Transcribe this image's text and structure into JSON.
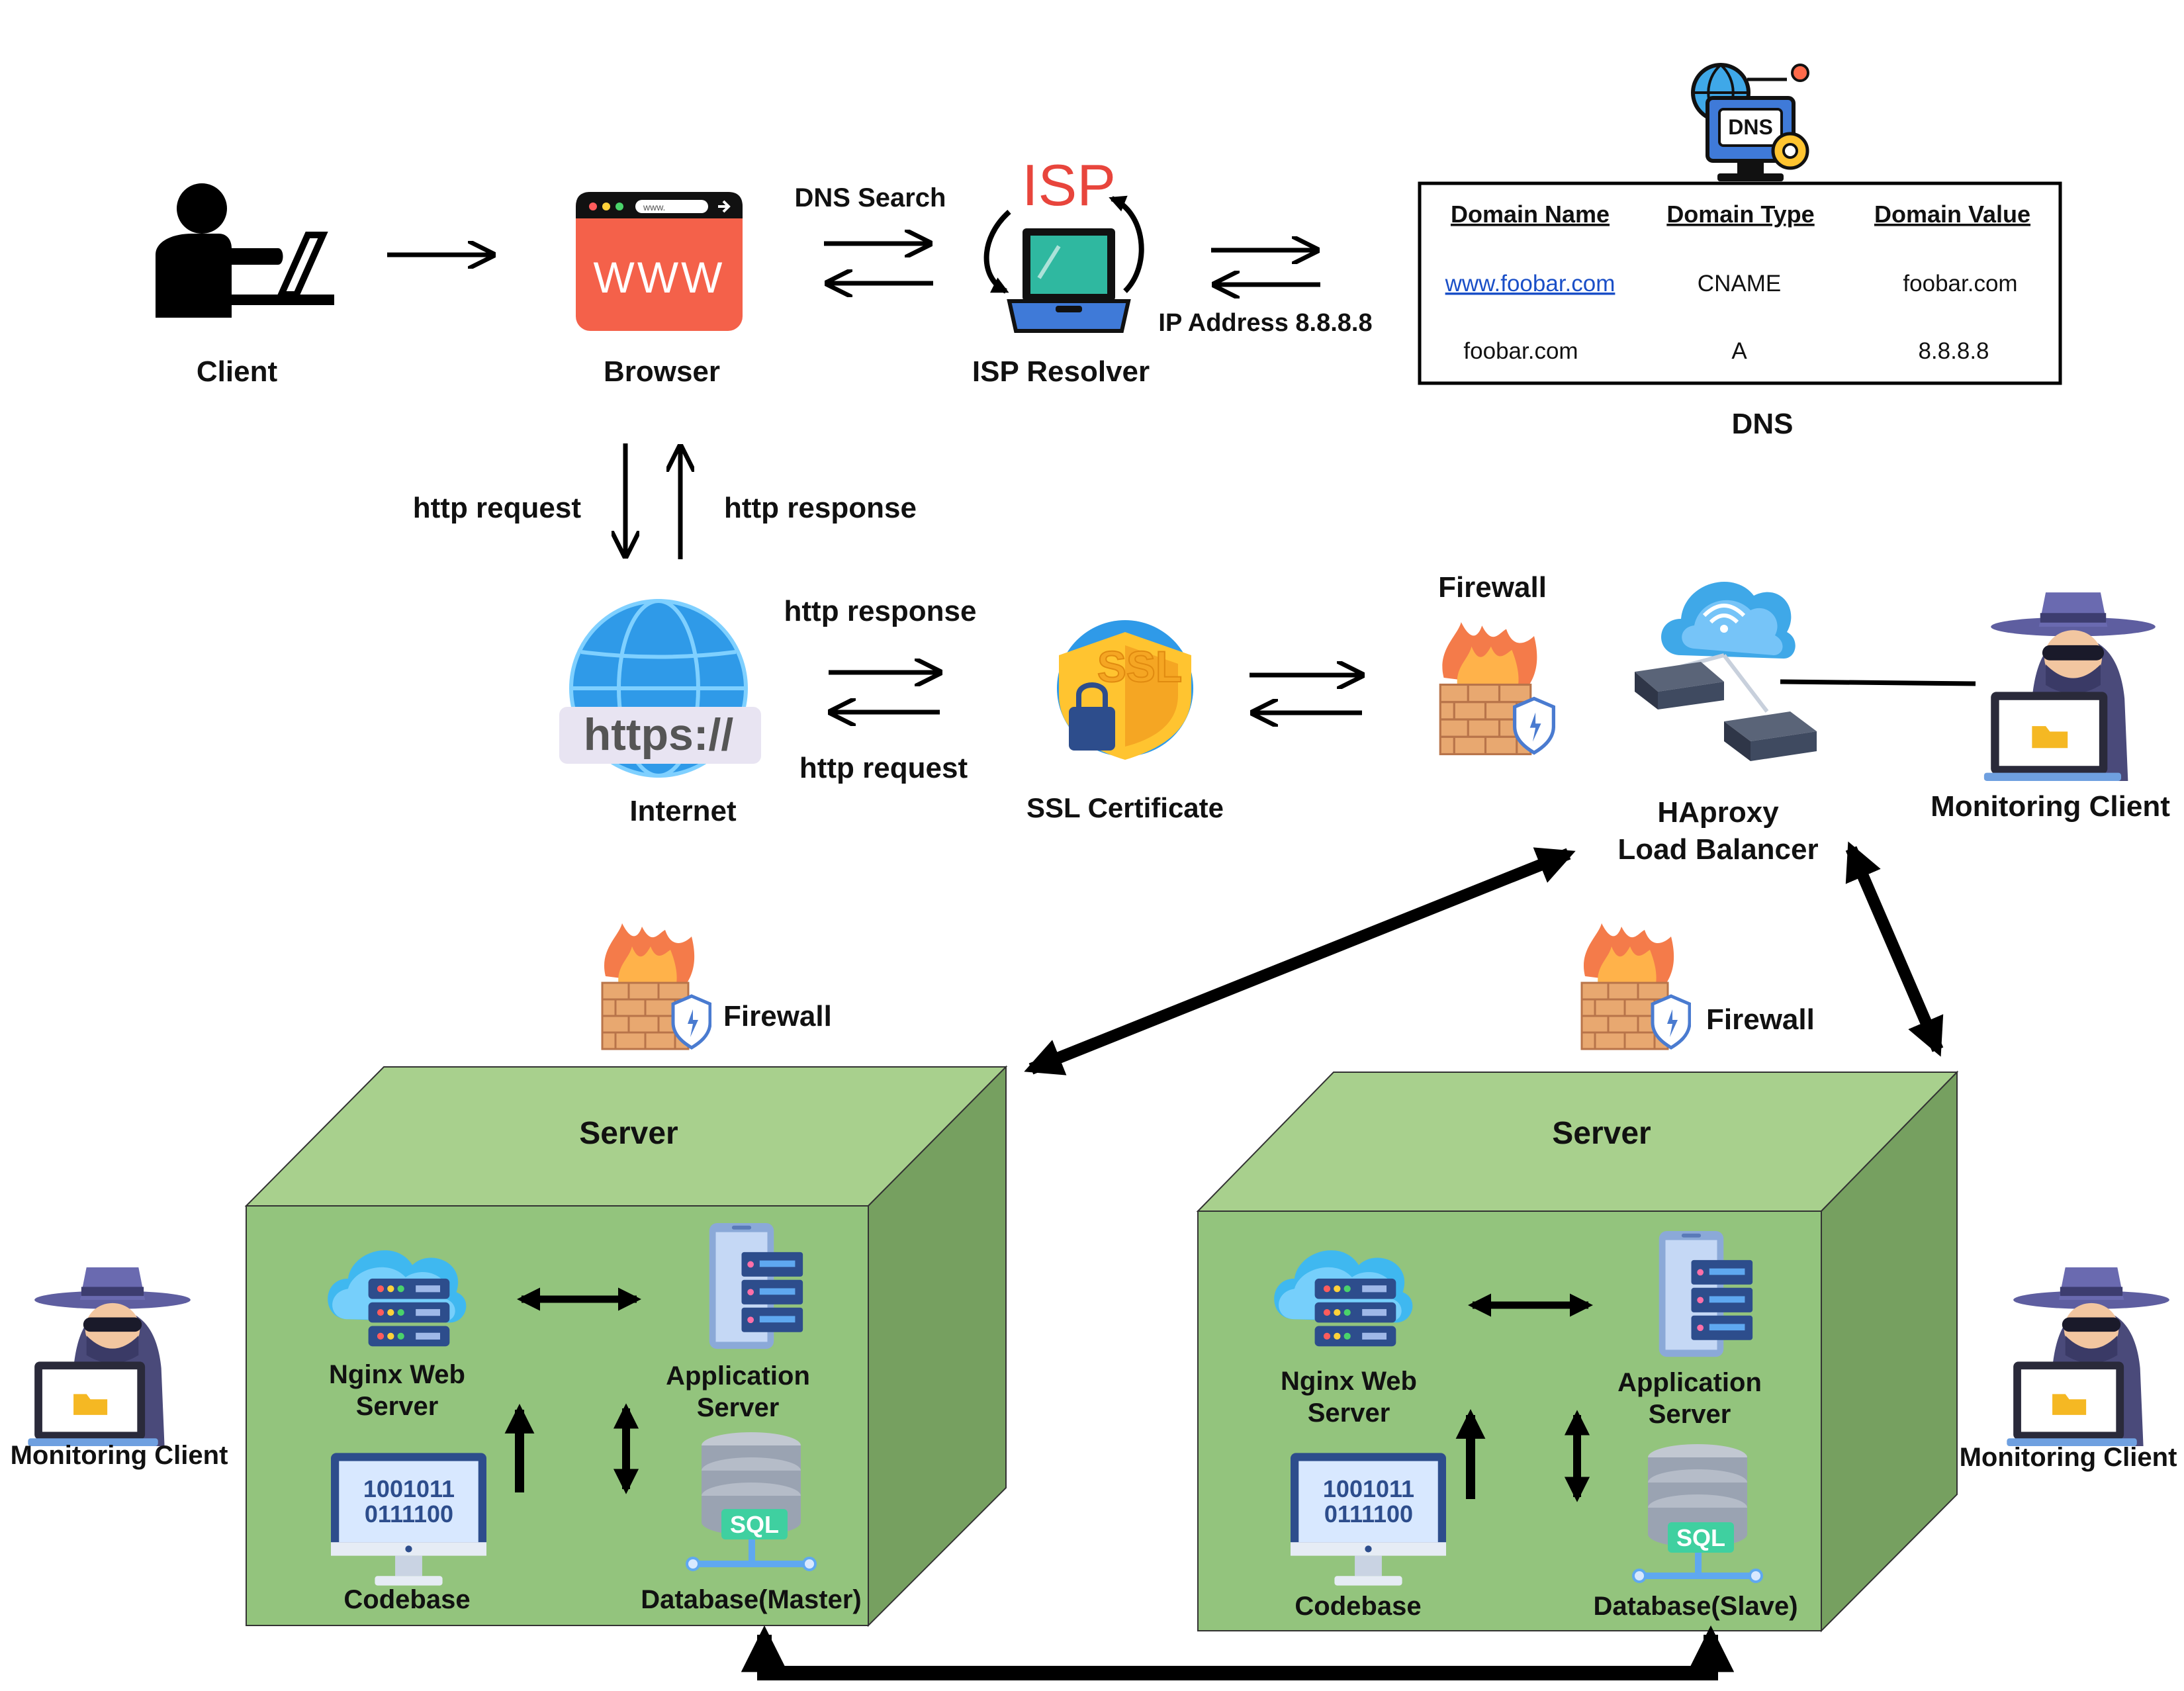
{
  "nodes": {
    "client": "Client",
    "browser": "Browser",
    "browser_icon_text": "WWW",
    "browser_urlbar": "www.",
    "isp_resolver": "ISP Resolver",
    "isp_logo_text": "ISP",
    "dns": "DNS",
    "dns_icon_text": "DNS",
    "internet": "Internet",
    "internet_badge": "https://",
    "ssl_certificate": "SSL Certificate",
    "ssl_badge": "SSL",
    "firewall_top": "Firewall",
    "load_balancer_line1": "HAproxy",
    "load_balancer_line2": "Load Balancer",
    "monitoring_client_top": "Monitoring Client",
    "monitoring_client_left": "Monitoring Client",
    "monitoring_client_right": "Monitoring Client",
    "firewall_left": "Firewall",
    "firewall_right": "Firewall"
  },
  "edges": {
    "dns_search": "DNS Search",
    "ip_address": "IP Address 8.8.8.8",
    "http_request_down": "http request",
    "http_response_up": "http response",
    "http_response_mid": "http response",
    "http_request_mid": "http request"
  },
  "dns_table": {
    "headers": [
      "Domain Name",
      "Domain Type",
      "Domain Value"
    ],
    "rows": [
      [
        "www.foobar.com",
        "CNAME",
        "foobar.com"
      ],
      [
        "foobar.com",
        "A",
        "8.8.8.8"
      ]
    ]
  },
  "servers": [
    {
      "title": "Server",
      "web_server_line1": "Nginx Web",
      "web_server_line2": "Server",
      "app_server_line1": "Application",
      "app_server_line2": "Server",
      "codebase": "Codebase",
      "codebase_bits_1": "1001011",
      "codebase_bits_2": "0111100",
      "db_badge": "SQL",
      "database": "Database(Master)"
    },
    {
      "title": "Server",
      "web_server_line1": "Nginx Web",
      "web_server_line2": "Server",
      "app_server_line1": "Application",
      "app_server_line2": "Server",
      "codebase": "Codebase",
      "codebase_bits_1": "1001011",
      "codebase_bits_2": "0111100",
      "db_badge": "SQL",
      "database": "Database(Slave)"
    }
  ],
  "colors": {
    "cube_front": "#93c47d",
    "cube_top": "#a8d08d",
    "cube_side": "#76a060",
    "browser_red": "#f4614a",
    "isp_red": "#e8453c",
    "link_blue": "#1a4fc7"
  }
}
